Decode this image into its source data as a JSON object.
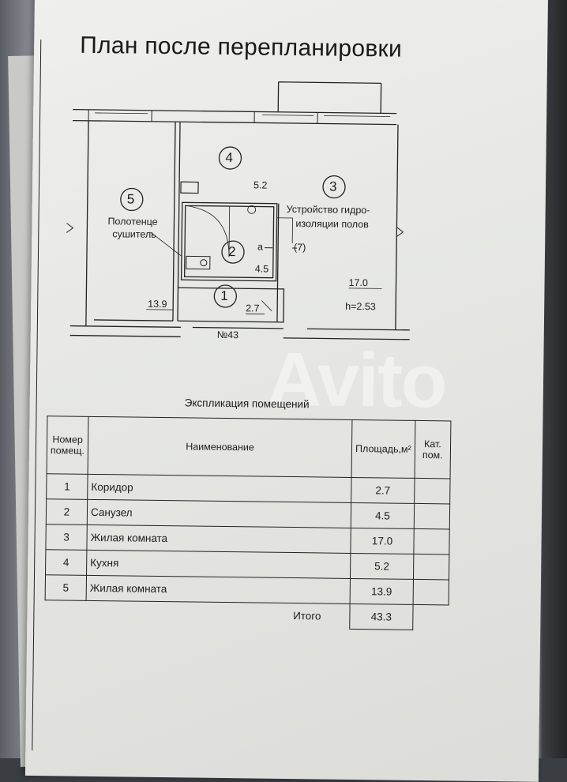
{
  "document": {
    "title": "План после перепланировки",
    "plan": {
      "rooms": [
        {
          "number": "1",
          "area": "2.7"
        },
        {
          "number": "2",
          "area": "4.5"
        },
        {
          "number": "3",
          "area": "17.0"
        },
        {
          "number": "4",
          "area": "5.2"
        },
        {
          "number": "5",
          "area": "13.9"
        }
      ],
      "labels": {
        "towel_dryer": [
          "Полотенце",
          "сушитель"
        ],
        "waterproofing": [
          "Устройство гидро-",
          "изоляции полов"
        ],
        "ceiling_height": "h=2.53",
        "apartment_number": "№43",
        "marker_a": "a",
        "marker_7": "(7)"
      }
    },
    "explication": {
      "caption": "Экспликация помещений",
      "headers": {
        "number": [
          "Номер",
          "помещ."
        ],
        "name": "Наименование",
        "area": "Площадь,м²",
        "category": [
          "Кат.",
          "пом."
        ]
      },
      "rows": [
        {
          "number": "1",
          "name": "Коридор",
          "area": "2.7"
        },
        {
          "number": "2",
          "name": "Санузел",
          "area": "4.5"
        },
        {
          "number": "3",
          "name": "Жилая комната",
          "area": "17.0"
        },
        {
          "number": "4",
          "name": "Кухня",
          "area": "5.2"
        },
        {
          "number": "5",
          "name": "Жилая комната",
          "area": "13.9"
        }
      ],
      "total_label": "Итого",
      "total_value": "43.3"
    },
    "watermark": "Avito"
  }
}
